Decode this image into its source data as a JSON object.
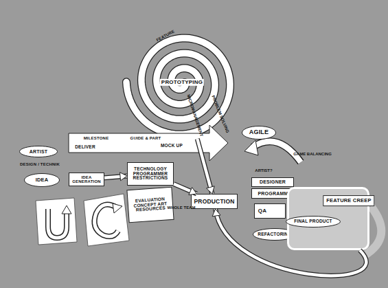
{
  "diagram": {
    "nodes": [
      {
        "text": [
          "FEATURE",
          "PROTOTYPING"
        ]
      },
      {
        "text": [
          "MILESTONE",
          "GUIDE & PART",
          "DELIVER",
          "MOCK UP"
        ]
      },
      {
        "text": [
          "ARTIST",
          "DESIGN / TECHNIK"
        ]
      },
      {
        "text": [
          "IDEA"
        ]
      },
      {
        "text": [
          "IDEA GENERATION"
        ]
      },
      {
        "text": [
          "TECHNOLOGY",
          "PROGRAMMER RESTRICTIONS"
        ]
      },
      {
        "text": [
          "EVALUATION",
          "CONCEPT ART",
          "RESOURCES"
        ]
      },
      {
        "text": [
          "PRODUCTION"
        ]
      },
      {
        "text": [
          "AGILE"
        ]
      },
      {
        "text": [
          "DESIGNER"
        ]
      },
      {
        "text": [
          "PROGRAMMING"
        ]
      },
      {
        "text": [
          "QA"
        ]
      },
      {
        "text": [
          "REFACTORING"
        ]
      },
      {
        "text": [
          "FEATURE CREEP"
        ]
      },
      {
        "text": [
          "FINAL PRODUCT"
        ],
        "in": 13
      }
    ],
    "edges": [
      {
        "from": 4,
        "to": 5,
        "arrow": "to"
      },
      {
        "from": 5,
        "to": 7,
        "arrow": "to"
      },
      {
        "from": 0,
        "to": 7,
        "arrow": "to"
      },
      {
        "from": 13,
        "to": 7,
        "arrow": "to"
      }
    ],
    "labels": [
      "MICROMANAGEMENT",
      "PROBLEM SOLVING",
      "WHOLE TEAM",
      "GAME BALANCING",
      "ARTIST?"
    ]
  }
}
